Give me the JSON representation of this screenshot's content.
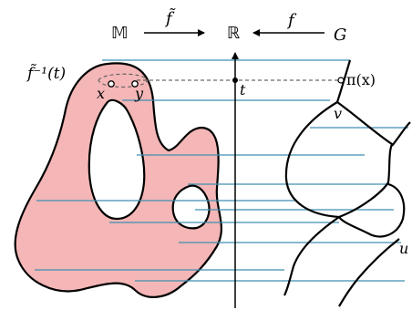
{
  "diagram": {
    "top_row": {
      "domain_label": "𝕄",
      "map_tilde_f": "f̃",
      "codomain_label": "ℝ",
      "map_f": "f",
      "graph_label": "G"
    },
    "labels": {
      "preimage": "f̃⁻¹(t)",
      "x": "x",
      "y": "y",
      "t": "t",
      "pi_x": "π(x)",
      "v": "v",
      "u": "u"
    },
    "colors": {
      "surface_fill": "#f4b6b6",
      "level_lines": "#3f8fb0",
      "strokes": "#000000",
      "dashed": "#666666"
    }
  }
}
